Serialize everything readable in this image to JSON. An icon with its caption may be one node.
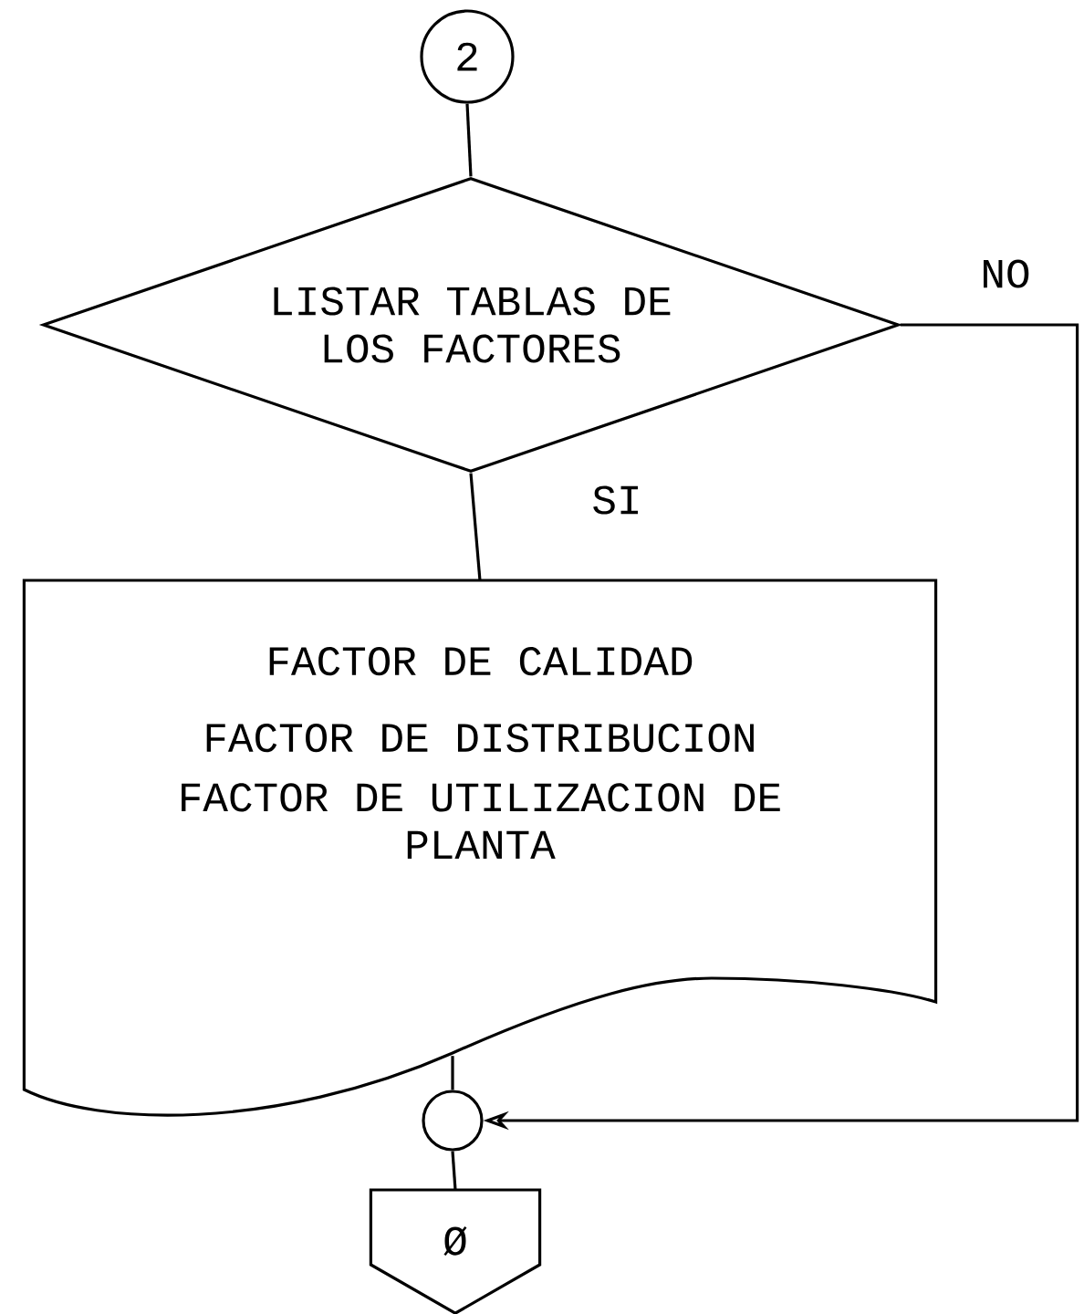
{
  "diagram": {
    "nodes": [
      {
        "text": [
          "2"
        ]
      },
      {
        "text": [
          "LISTAR TABLAS DE LOS FACTORES"
        ]
      },
      {
        "text": [
          "FACTOR DE CALIDAD",
          "FACTOR DE DISTRIBUCION",
          "FACTOR DE UTILIZACION DE PLANTA"
        ]
      },
      {
        "text": [],
        "shape": "circle"
      },
      {
        "text": [
          "Ø"
        ]
      }
    ],
    "edges": [
      {
        "from": 0,
        "to": 1,
        "arrow": "none"
      },
      {
        "from": 1,
        "to": 2,
        "arrow": "none",
        "label": "SI"
      },
      {
        "from": 1,
        "to": 3,
        "arrow": "to",
        "label": "NO"
      },
      {
        "from": 2,
        "to": 3,
        "arrow": "none"
      },
      {
        "from": 3,
        "to": 4,
        "arrow": "none"
      }
    ]
  }
}
